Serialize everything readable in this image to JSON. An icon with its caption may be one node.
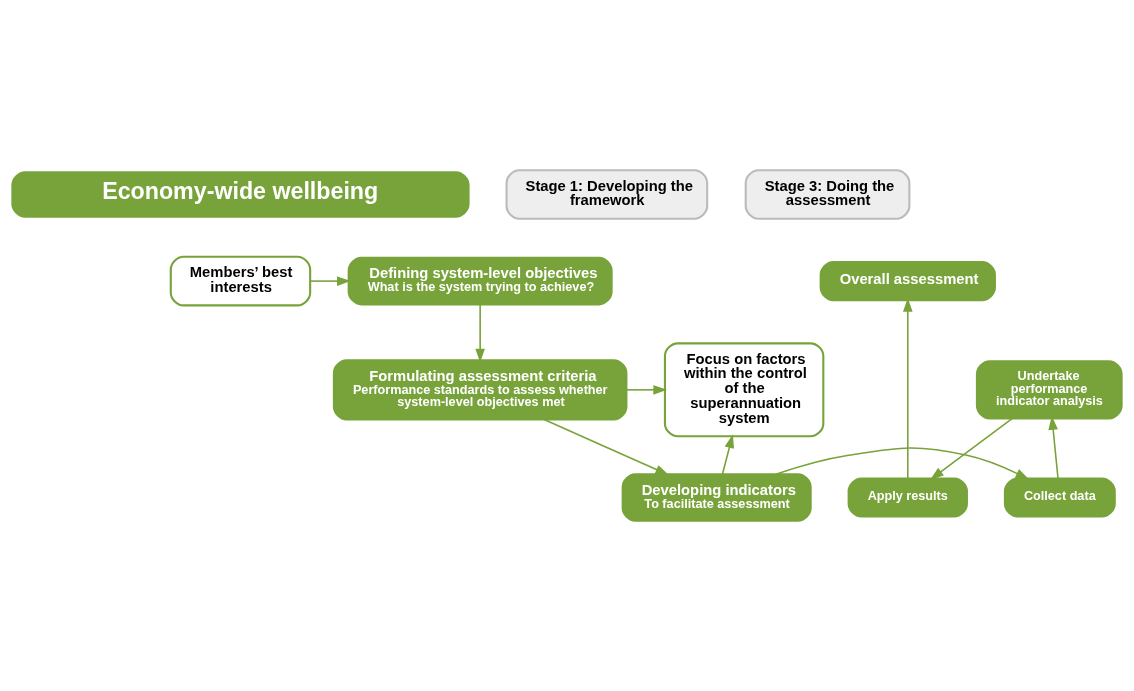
{
  "diagram": {
    "nodes": [
      {
        "text": [
          "Economy-wide wellbeing"
        ]
      },
      {
        "text": [
          "Stage 1: Developing the framework"
        ]
      },
      {
        "text": [
          "Stage 3: Doing the assessment"
        ]
      },
      {
        "text": [
          "Members’ best interests"
        ]
      },
      {
        "text": [
          "Defining system-level objectives",
          "What is the system trying to achieve?"
        ]
      },
      {
        "text": [
          "Overall assessment"
        ]
      },
      {
        "text": [
          "Apply results"
        ]
      },
      {
        "text": [
          "Focus on factors within the control of the superannuation system"
        ]
      },
      {
        "text": [
          "Formulating assessment criteria",
          "Performance standards to assess whether system-level objectives met"
        ]
      },
      {
        "text": [
          "Undertake performance indicator analysis"
        ]
      },
      {
        "text": [
          "Developing indicators",
          "To facilitate assessment"
        ]
      },
      {
        "text": [
          "Collect data"
        ]
      }
    ],
    "edges": [
      {
        "from": 3,
        "to": 4,
        "arrow": "to"
      },
      {
        "from": 4,
        "to": 8,
        "arrow": "to"
      },
      {
        "from": 8,
        "to": 7,
        "arrow": "to"
      },
      {
        "from": 8,
        "to": 10,
        "arrow": "to"
      },
      {
        "from": 10,
        "to": 7,
        "arrow": "to"
      },
      {
        "from": 10,
        "to": 11,
        "arrow": "to"
      },
      {
        "from": 11,
        "to": 9,
        "arrow": "to"
      },
      {
        "from": 9,
        "to": 6,
        "arrow": "to"
      },
      {
        "from": 6,
        "to": 5,
        "arrow": "to"
      }
    ]
  }
}
